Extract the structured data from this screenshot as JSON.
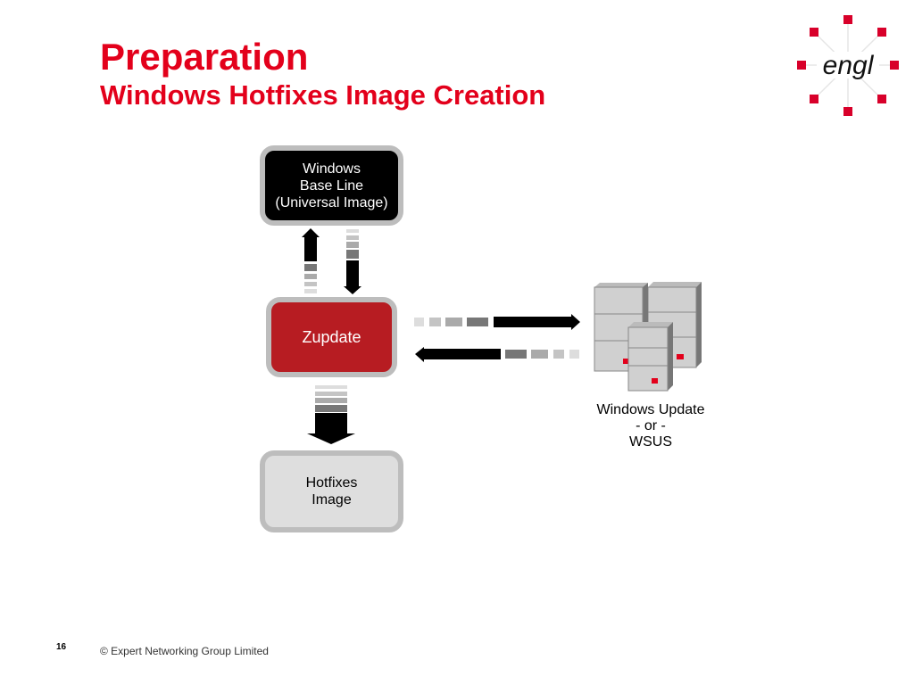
{
  "slide": {
    "title": "Preparation",
    "subtitle": "Windows Hotfixes Image Creation",
    "logo_text": "engl",
    "page_number": "16",
    "copyright": "© Expert Networking Group Limited"
  },
  "diagram": {
    "nodes": {
      "base_line": "Windows\nBase Line\n(Universal Image)",
      "zupdate": "Zupdate",
      "hotfixes": "Hotfixes\nImage",
      "server": "Windows Update\n- or -\nWSUS"
    },
    "colors": {
      "accent": "#e3001b",
      "zupdate": "#b71c22",
      "border": "#bdbdbd"
    }
  }
}
